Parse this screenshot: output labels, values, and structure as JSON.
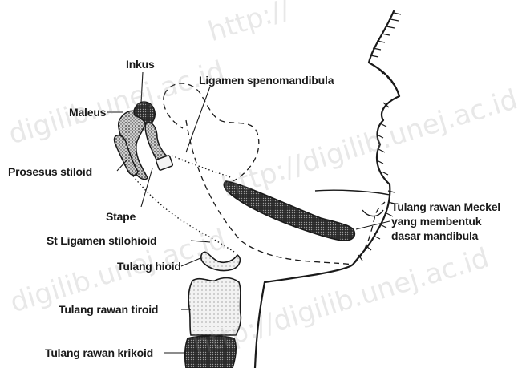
{
  "labels": {
    "inkus": "Inkus",
    "maleus": "Maleus",
    "ligamen_speno": "Ligamen spenomandibula",
    "prosesus": "Prosesus stiloid",
    "stape": "Stape",
    "ligamen_stilo": "St Ligamen stilohioid",
    "hioid": "Tulang hioid",
    "tiroid": "Tulang rawan tiroid",
    "krikoid": "Tulang rawan krikoid",
    "meckel_1": "Tulang rawan Meckel",
    "meckel_2": "yang membentuk",
    "meckel_3": "dasar mandibula"
  },
  "watermark": {
    "text_1": "digilib.unej.ac.id",
    "text_2": "http://digilib.unej.ac.id",
    "text_3": "digilib.unej.ac.id",
    "text_4": "http://digilib.unej.ac.id",
    "text_5": "http://"
  },
  "colors": {
    "ink": "#1a1a1a",
    "stipple": "#555555"
  }
}
